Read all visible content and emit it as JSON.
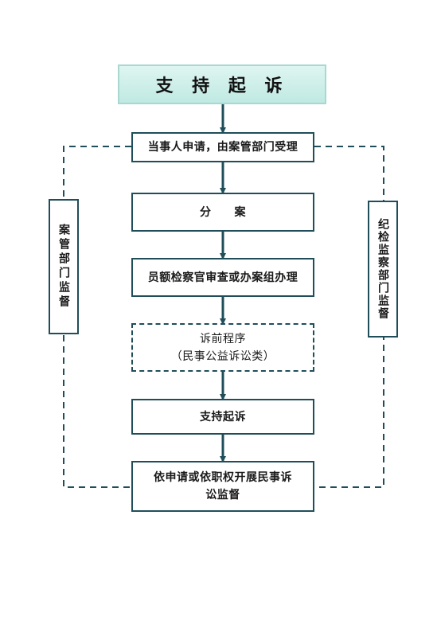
{
  "title": "支 持 起 诉",
  "steps": {
    "apply": "当事人申请，由案管部门受理",
    "assign": "分　　案",
    "handle": "员额检察官审查或办案组办理",
    "pre_line1": "诉前程序",
    "pre_line2": "（民事公益诉讼类）",
    "support": "支持起诉",
    "supervise_line1": "依申请或依职权开展民事诉",
    "supervise_line2": "讼监督"
  },
  "side": {
    "left": "案管部门监督",
    "right": "纪检监察部门监督"
  },
  "colors": {
    "border": "#1f4e5a",
    "title_fill": "#bfe9e2"
  }
}
